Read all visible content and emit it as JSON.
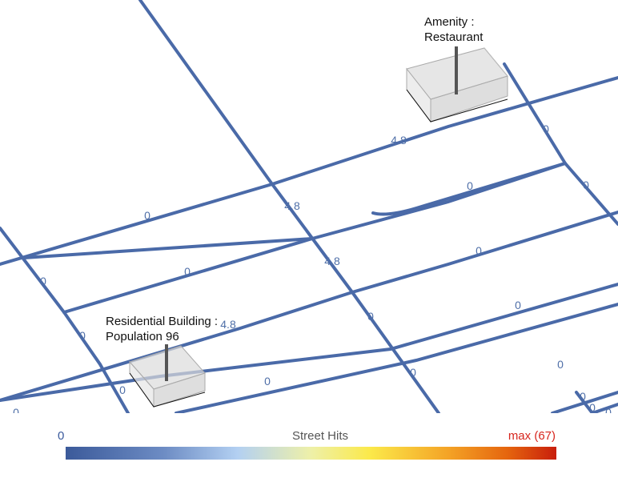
{
  "map": {
    "street_color": "#4a6aa8",
    "street_labels": [
      "4.8",
      "0",
      "0",
      "0",
      "4.8",
      "0",
      "4.8",
      "0",
      "0",
      "0",
      "0",
      "0",
      "4.8",
      "0",
      "0",
      "0",
      "0",
      "0",
      "0",
      "0",
      "0",
      "0"
    ],
    "buildings": [
      {
        "label_line1": "Amenity :",
        "label_line2": "Restaurant"
      },
      {
        "label_line1": "Residential Building :",
        "label_line2": "Population 96"
      }
    ]
  },
  "legend": {
    "min_label": "0",
    "title": "Street Hits",
    "max_label": "max (67)",
    "colors": [
      "#3b5a9a",
      "#b3d0f2",
      "#fbe94a",
      "#e5650e",
      "#c81e0c"
    ]
  }
}
